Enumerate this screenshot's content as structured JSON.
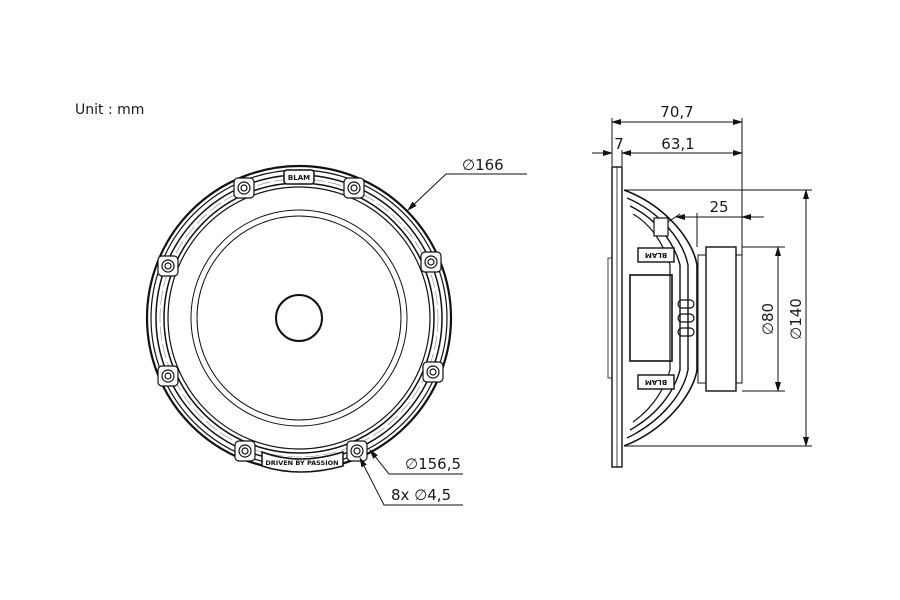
{
  "drawing": {
    "unit_label": "Unit : mm",
    "front_view": {
      "brand_top": "BLAM",
      "brand_bottom": "DRIVEN BY PASSION",
      "dimensions": {
        "outer_diameter": "∅166",
        "mounting_circle": "∅156,5",
        "mounting_holes": "8x ∅4,5"
      },
      "mounting_hole_count": 8
    },
    "side_view": {
      "brand_label": "BLAM",
      "dimensions": {
        "overall_depth": "70,7",
        "flange_thickness": "7",
        "mounting_depth": "63,1",
        "magnet_depth": "25",
        "magnet_diameter": "∅80",
        "basket_diameter": "∅140"
      }
    }
  }
}
